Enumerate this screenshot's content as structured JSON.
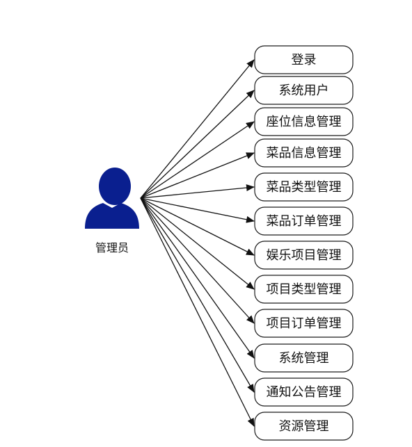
{
  "actor": {
    "label": "管理员",
    "icon": "user-icon",
    "color": "#0a1f8f"
  },
  "use_cases": [
    {
      "label": "登录"
    },
    {
      "label": "系统用户"
    },
    {
      "label": "座位信息管理"
    },
    {
      "label": "菜品信息管理"
    },
    {
      "label": "菜品类型管理"
    },
    {
      "label": "菜品订单管理"
    },
    {
      "label": "娱乐项目管理"
    },
    {
      "label": "项目类型管理"
    },
    {
      "label": "项目订单管理"
    },
    {
      "label": "系统管理"
    },
    {
      "label": "通知公告管理"
    },
    {
      "label": "资源管理"
    }
  ]
}
